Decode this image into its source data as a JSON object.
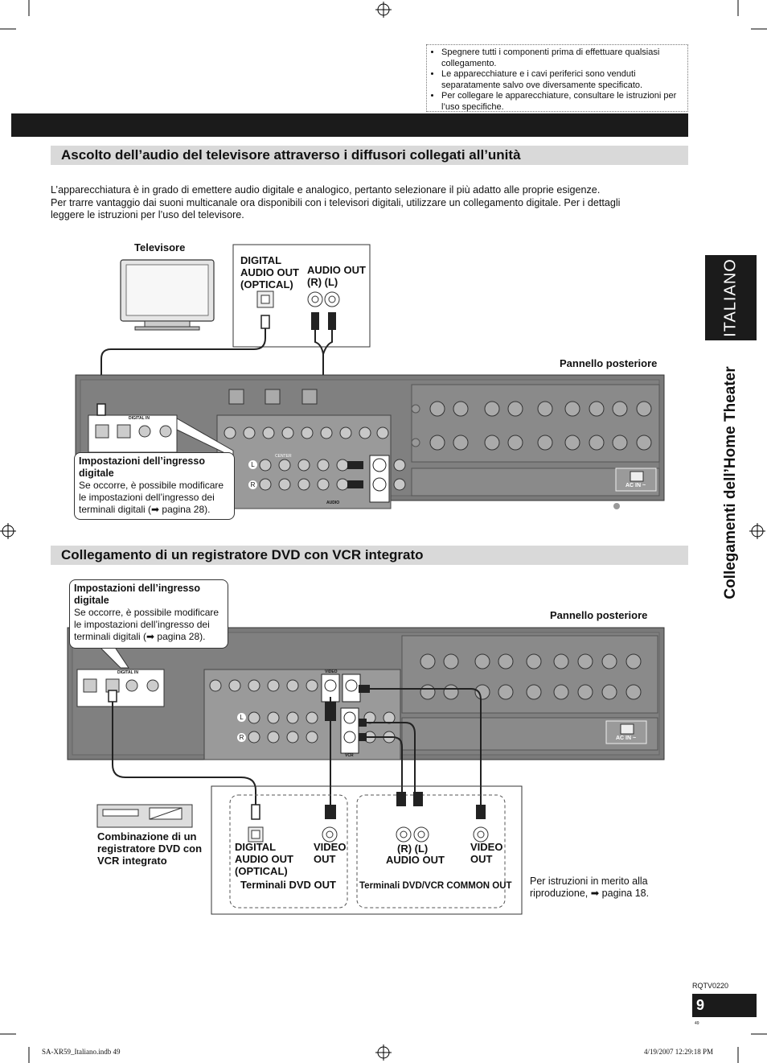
{
  "notes": [
    "Spegnere tutti i componenti prima di effettuare qualsiasi collegamento.",
    "Le apparecchiature e i cavi periferici sono venduti separatamente salvo ove diversamente specificato.",
    "Per collegare le apparecchiature, consultare le istruzioni per l’uso specifiche."
  ],
  "sidebar": {
    "language": "ITALIANO",
    "chapter": "Collegamenti dell’Home Theater"
  },
  "section1": {
    "title": "Ascolto dell’audio del televisore attraverso i diffusori collegati all’unità",
    "intro_line1": "L’apparecchiatura è in grado di emettere audio digitale e analogico, pertanto selezionare il più adatto alle proprie esigenze.",
    "intro_line2": "Per trarre vantaggio dai suoni multicanale ora disponibili con i televisori digitali, utilizzare un collegamento digitale. Per i dettagli",
    "intro_line3": "leggere le istruzioni per l’uso del televisore.",
    "tv_label": "Televisore",
    "digital_out_l1": "DIGITAL",
    "digital_out_l2": "AUDIO OUT",
    "digital_out_l3": "(OPTICAL)",
    "audio_out_l1": "AUDIO OUT",
    "audio_out_l2": "(R) (L)",
    "rear_panel": "Pannello posteriore",
    "callout_title_l1": "Impostazioni dell’ingresso",
    "callout_title_l2": "digitale",
    "callout_l1": "Se occorre, è possibile modificare",
    "callout_l2": "le impostazioni dell’ingresso dei",
    "callout_l3": "terminali digitali (➡ pagina 28).",
    "digital_in": "DIGITAL IN",
    "audio": "AUDIO",
    "center": "CENTER",
    "ac_in": "AC IN ~",
    "l": "L",
    "r": "R"
  },
  "section2": {
    "title": "Collegamento di un registratore DVD con VCR integrato",
    "callout_title_l1": "Impostazioni dell’ingresso",
    "callout_title_l2": "digitale",
    "callout_l1": "Se occorre, è possibile modificare",
    "callout_l2": "le impostazioni dell’ingresso dei",
    "callout_l3": "terminali digitali (➡ pagina 28).",
    "rear_panel": "Pannello posteriore",
    "device_l1": "Combinazione di un",
    "device_l2": "registratore DVD con",
    "device_l3": "VCR integrato",
    "digital_l1": "DIGITAL",
    "digital_l2": "AUDIO OUT",
    "digital_l3": "(OPTICAL)",
    "video_out_l1": "VIDEO",
    "video_out_l2": "OUT",
    "rl": "(R) (L)",
    "audio_out": "AUDIO OUT",
    "video_out2_l1": "VIDEO",
    "video_out2_l2": "OUT",
    "dvd_terminals": "Terminali DVD OUT",
    "common_terminals": "Terminali DVD/VCR COMMON OUT",
    "playback_note_l1": "Per istruzioni in merito alla",
    "playback_note_l2": "riproduzione, ➡ pagina 18.",
    "digital_in": "DIGITAL IN",
    "video": "VIDEO",
    "vcr": "VCR",
    "ac_in": "AC IN ~",
    "l": "L",
    "r": "R"
  },
  "page": {
    "code": "RQTV0220",
    "number": "9",
    "small_number": "49"
  },
  "footer": {
    "file": "SA-XR59_Italiano.indb   49",
    "timestamp": "4/19/2007   12:29:18 PM"
  }
}
